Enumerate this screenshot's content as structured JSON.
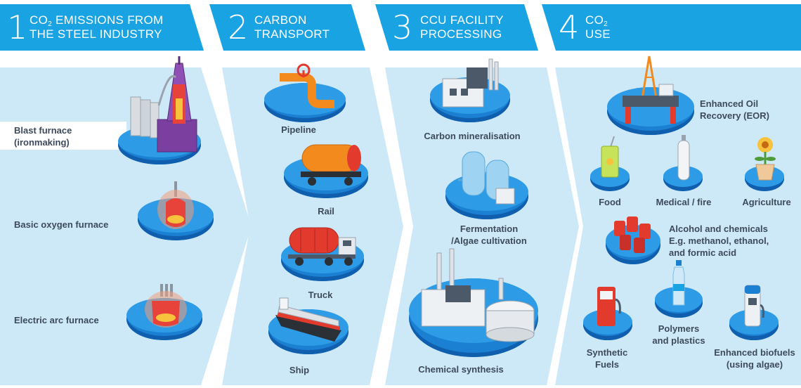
{
  "steps": [
    {
      "number": "1",
      "line1_pre": "CO",
      "line1_sub": "2",
      "line1_post": " EMISSIONS FROM",
      "line2": "THE STEEL INDUSTRY"
    },
    {
      "number": "2",
      "line1_pre": "CARBON",
      "line1_sub": "",
      "line1_post": "",
      "line2": "TRANSPORT"
    },
    {
      "number": "3",
      "line1_pre": "CCU FACILITY",
      "line1_sub": "",
      "line1_post": "",
      "line2": "PROCESSING"
    },
    {
      "number": "4",
      "line1_pre": "CO",
      "line1_sub": "2",
      "line1_post": "",
      "line2": "USE"
    }
  ],
  "steel": {
    "blast": [
      "Blast furnace",
      "(ironmaking)"
    ],
    "oxygen": "Basic oxygen furnace",
    "arc": "Electric arc furnace"
  },
  "transport": {
    "pipeline": "Pipeline",
    "rail": "Rail",
    "truck": "Truck",
    "ship": "Ship"
  },
  "processing": {
    "mineral": "Carbon mineralisation",
    "ferment": [
      "Fermentation",
      "/Algae cultivation"
    ],
    "chem": "Chemical synthesis"
  },
  "use": {
    "eor": [
      "Enhanced Oil",
      "Recovery (EOR)"
    ],
    "food": "Food",
    "medical": "Medical / fire",
    "agriculture": "Agriculture",
    "alcohol": [
      "Alcohol and chemicals",
      "E.g. methanol, ethanol,",
      "and formic acid"
    ],
    "synthetic": [
      "Synthetic",
      "Fuels"
    ],
    "polymers": [
      "Polymers",
      "and plastics"
    ],
    "biofuels": [
      "Enhanced biofuels",
      "(using algae)"
    ]
  },
  "colors": {
    "header": "#1aa3e3",
    "column": "#cde9f8",
    "platform": "#2d9be6",
    "text": "#3d4a5c"
  }
}
